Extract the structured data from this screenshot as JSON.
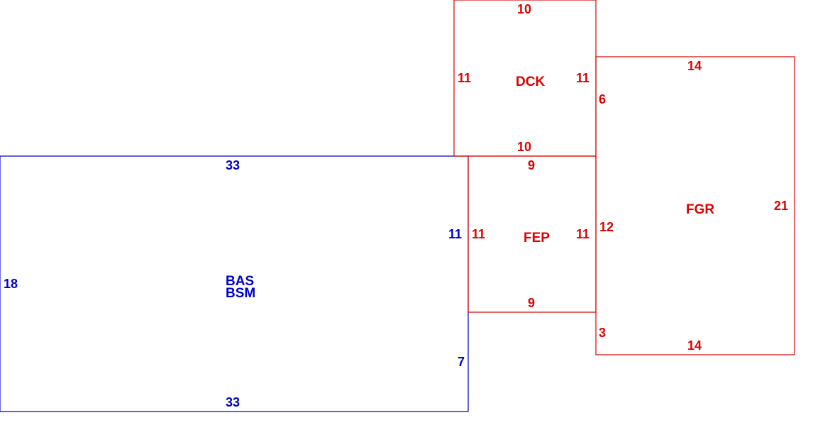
{
  "colors": {
    "basement": "#0000cc",
    "additions": "#dd0000",
    "background": "#ffffff"
  },
  "areas": {
    "bas": {
      "codes": [
        "BAS",
        "BSM"
      ],
      "color": "#0000cc",
      "dimensions": {
        "top": "33",
        "bottom": "33",
        "left": "18",
        "right_upper": "11",
        "right_lower": "7"
      }
    },
    "dck": {
      "code": "DCK",
      "color": "#dd0000",
      "dimensions": {
        "top": "10",
        "bottom": "10",
        "left": "11",
        "right": "11"
      }
    },
    "fep": {
      "code": "FEP",
      "color": "#dd0000",
      "dimensions": {
        "top": "9",
        "bottom": "9",
        "left": "11",
        "right": "11"
      }
    },
    "fgr": {
      "code": "FGR",
      "color": "#dd0000",
      "dimensions": {
        "top": "14",
        "bottom": "14",
        "right": "21",
        "left_top": "6",
        "left_middle": "12",
        "left_bottom": "3"
      }
    }
  }
}
